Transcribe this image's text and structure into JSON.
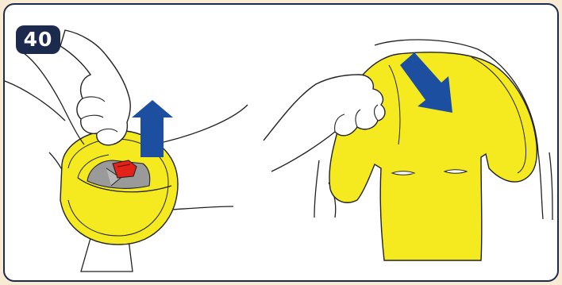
{
  "step": {
    "number": "40"
  },
  "colors": {
    "cover_yellow": "#f5ea1f",
    "arrow_blue": "#1c4fa0",
    "frame_navy": "#1c2a4e",
    "buckle_red": "#e2231a",
    "shell_gray": "#9a9a9a",
    "background": "#f8ebd3"
  },
  "illustrations": {
    "left": {
      "description_icon": "hand-lifting-cover-icon",
      "arrow_direction": "up"
    },
    "right": {
      "description_icon": "hand-pulling-seat-cover-icon",
      "arrow_direction": "down-right"
    }
  }
}
